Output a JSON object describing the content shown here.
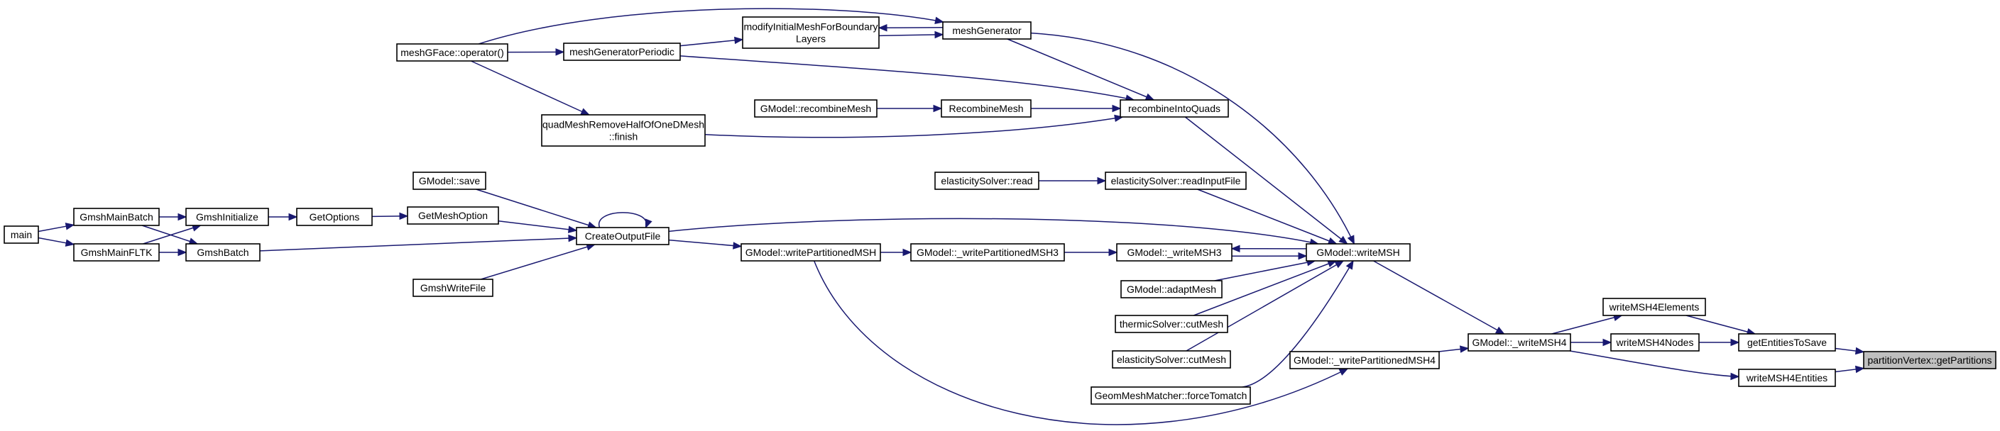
{
  "graph": {
    "title": "",
    "colors": {
      "edge": "#191970",
      "node_border": "#000000",
      "node_fill": "#ffffff",
      "highlight_fill": "#bfbfbf"
    },
    "nodes": [
      {
        "id": "main",
        "label": [
          "main"
        ]
      },
      {
        "id": "gmshMainBatch",
        "label": [
          "GmshMainBatch"
        ]
      },
      {
        "id": "gmshMainFLTK",
        "label": [
          "GmshMainFLTK"
        ]
      },
      {
        "id": "gmshInitialize",
        "label": [
          "GmshInitialize"
        ]
      },
      {
        "id": "gmshBatch",
        "label": [
          "GmshBatch"
        ]
      },
      {
        "id": "getOptions",
        "label": [
          "GetOptions"
        ]
      },
      {
        "id": "getMeshOption",
        "label": [
          "GetMeshOption"
        ]
      },
      {
        "id": "gmodelSave",
        "label": [
          "GModel::save"
        ]
      },
      {
        "id": "gmshWriteFile",
        "label": [
          "GmshWriteFile"
        ]
      },
      {
        "id": "createOutputFile",
        "label": [
          "CreateOutputFile"
        ]
      },
      {
        "id": "meshGFaceOperator",
        "label": [
          "meshGFace::operator()"
        ]
      },
      {
        "id": "meshGeneratorPeriodic",
        "label": [
          "meshGeneratorPeriodic"
        ]
      },
      {
        "id": "modifyInitialMesh",
        "label": [
          "modifyInitialMeshForBoundary",
          "Layers"
        ]
      },
      {
        "id": "meshGenerator",
        "label": [
          "meshGenerator"
        ]
      },
      {
        "id": "quadMeshRemove",
        "label": [
          "quadMeshRemoveHalfOfOneDMesh",
          "::finish"
        ]
      },
      {
        "id": "gmodelRecombineMesh",
        "label": [
          "GModel::recombineMesh"
        ]
      },
      {
        "id": "recombineMesh",
        "label": [
          "RecombineMesh"
        ]
      },
      {
        "id": "recombineIntoQuads",
        "label": [
          "recombineIntoQuads"
        ]
      },
      {
        "id": "elasticityRead",
        "label": [
          "elasticitySolver::read"
        ]
      },
      {
        "id": "elasticityReadInput",
        "label": [
          "elasticitySolver::readInputFile"
        ]
      },
      {
        "id": "writePartitionedMSH",
        "label": [
          "GModel::writePartitionedMSH"
        ]
      },
      {
        "id": "writePartitionedMSH3",
        "label": [
          "GModel::_writePartitionedMSH3"
        ]
      },
      {
        "id": "writeMSH3",
        "label": [
          "GModel::_writeMSH3"
        ]
      },
      {
        "id": "adaptMesh",
        "label": [
          "GModel::adaptMesh"
        ]
      },
      {
        "id": "thermicCutMesh",
        "label": [
          "thermicSolver::cutMesh"
        ]
      },
      {
        "id": "elasticityCutMesh",
        "label": [
          "elasticitySolver::cutMesh"
        ]
      },
      {
        "id": "forceTomatch",
        "label": [
          "GeomMeshMatcher::forceTomatch"
        ]
      },
      {
        "id": "writeMSH",
        "label": [
          "GModel::writeMSH"
        ]
      },
      {
        "id": "writePartitionedMSH4",
        "label": [
          "GModel::_writePartitionedMSH4"
        ]
      },
      {
        "id": "writeMSH4",
        "label": [
          "GModel::_writeMSH4"
        ]
      },
      {
        "id": "writeMSH4Elements",
        "label": [
          "writeMSH4Elements"
        ]
      },
      {
        "id": "writeMSH4Nodes",
        "label": [
          "writeMSH4Nodes"
        ]
      },
      {
        "id": "writeMSH4Entities",
        "label": [
          "writeMSH4Entities"
        ]
      },
      {
        "id": "getEntitiesToSave",
        "label": [
          "getEntitiesToSave"
        ]
      },
      {
        "id": "partitionVertex",
        "label": [
          "partitionVertex::getPartitions"
        ],
        "highlight": true
      }
    ],
    "edges": [
      {
        "from": "main",
        "to": "gmshMainBatch"
      },
      {
        "from": "main",
        "to": "gmshMainFLTK"
      },
      {
        "from": "gmshMainBatch",
        "to": "gmshInitialize"
      },
      {
        "from": "gmshMainBatch",
        "to": "gmshBatch"
      },
      {
        "from": "gmshMainFLTK",
        "to": "gmshInitialize"
      },
      {
        "from": "gmshMainFLTK",
        "to": "gmshBatch"
      },
      {
        "from": "gmshInitialize",
        "to": "getOptions"
      },
      {
        "from": "getOptions",
        "to": "getMeshOption"
      },
      {
        "from": "getMeshOption",
        "to": "createOutputFile"
      },
      {
        "from": "gmodelSave",
        "to": "createOutputFile"
      },
      {
        "from": "gmshWriteFile",
        "to": "createOutputFile"
      },
      {
        "from": "gmshBatch",
        "to": "createOutputFile"
      },
      {
        "from": "createOutputFile",
        "to": "createOutputFile"
      },
      {
        "from": "createOutputFile",
        "to": "writeMSH"
      },
      {
        "from": "createOutputFile",
        "to": "writePartitionedMSH"
      },
      {
        "from": "meshGFaceOperator",
        "to": "meshGeneratorPeriodic"
      },
      {
        "from": "meshGFaceOperator",
        "to": "meshGenerator"
      },
      {
        "from": "meshGFaceOperator",
        "to": "quadMeshRemove"
      },
      {
        "from": "meshGeneratorPeriodic",
        "to": "modifyInitialMesh"
      },
      {
        "from": "meshGeneratorPeriodic",
        "to": "recombineIntoQuads"
      },
      {
        "from": "modifyInitialMesh",
        "to": "meshGenerator"
      },
      {
        "from": "meshGenerator",
        "to": "modifyInitialMesh"
      },
      {
        "from": "meshGenerator",
        "to": "recombineIntoQuads"
      },
      {
        "from": "meshGenerator",
        "to": "writeMSH"
      },
      {
        "from": "quadMeshRemove",
        "to": "recombineIntoQuads"
      },
      {
        "from": "gmodelRecombineMesh",
        "to": "recombineMesh"
      },
      {
        "from": "recombineMesh",
        "to": "recombineIntoQuads"
      },
      {
        "from": "recombineIntoQuads",
        "to": "writeMSH"
      },
      {
        "from": "elasticityRead",
        "to": "elasticityReadInput"
      },
      {
        "from": "elasticityReadInput",
        "to": "writeMSH"
      },
      {
        "from": "writePartitionedMSH",
        "to": "writePartitionedMSH3"
      },
      {
        "from": "writePartitionedMSH",
        "to": "writePartitionedMSH4"
      },
      {
        "from": "writePartitionedMSH3",
        "to": "writeMSH3"
      },
      {
        "from": "writeMSH3",
        "to": "writeMSH"
      },
      {
        "from": "writeMSH",
        "to": "writeMSH3"
      },
      {
        "from": "adaptMesh",
        "to": "writeMSH"
      },
      {
        "from": "thermicCutMesh",
        "to": "writeMSH"
      },
      {
        "from": "elasticityCutMesh",
        "to": "writeMSH"
      },
      {
        "from": "forceTomatch",
        "to": "writeMSH"
      },
      {
        "from": "writeMSH",
        "to": "writeMSH4"
      },
      {
        "from": "writePartitionedMSH4",
        "to": "writeMSH4"
      },
      {
        "from": "writeMSH4",
        "to": "writeMSH4Elements"
      },
      {
        "from": "writeMSH4",
        "to": "writeMSH4Nodes"
      },
      {
        "from": "writeMSH4",
        "to": "writeMSH4Entities"
      },
      {
        "from": "writeMSH4Elements",
        "to": "getEntitiesToSave"
      },
      {
        "from": "writeMSH4Nodes",
        "to": "getEntitiesToSave"
      },
      {
        "from": "getEntitiesToSave",
        "to": "partitionVertex"
      },
      {
        "from": "writeMSH4Entities",
        "to": "partitionVertex"
      }
    ]
  }
}
